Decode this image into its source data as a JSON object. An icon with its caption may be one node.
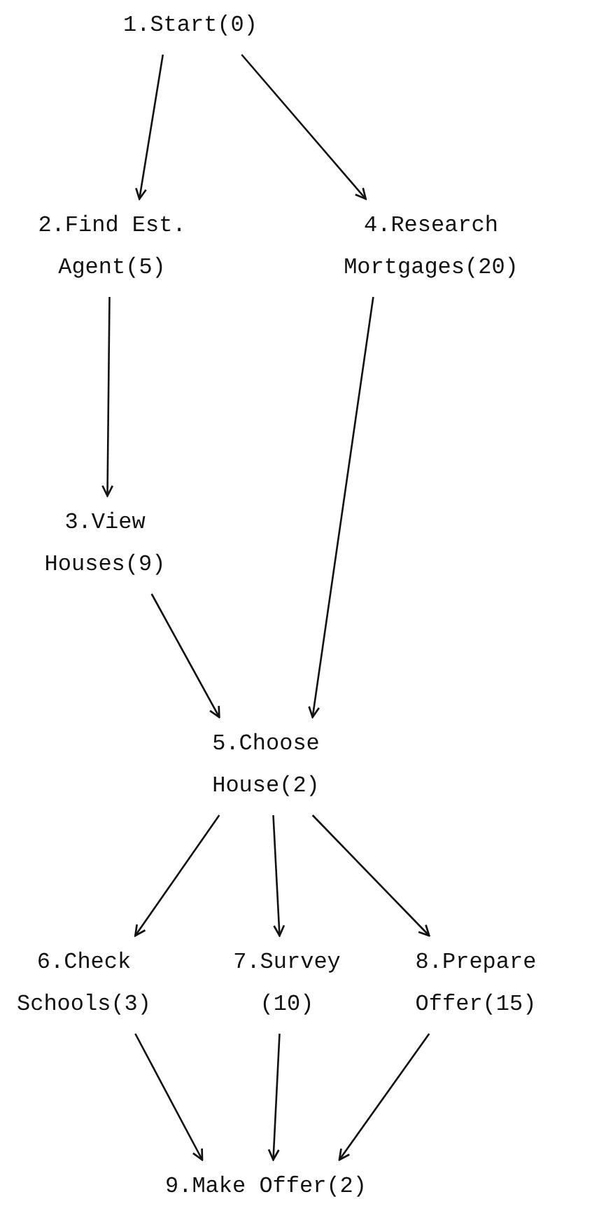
{
  "diagram": {
    "nodes": [
      {
        "text": [
          "1.Start(0)"
        ]
      },
      {
        "text": [
          "2.Find Est. Agent(5)"
        ]
      },
      {
        "text": [
          "4.Research Mortgages(20)"
        ]
      },
      {
        "text": [
          "3.View Houses(9)"
        ]
      },
      {
        "text": [
          "5.Choose House(2)"
        ]
      },
      {
        "text": [
          "6.Check Schools(3)"
        ]
      },
      {
        "text": [
          "7.Survey (10)"
        ]
      },
      {
        "text": [
          "8.Prepare Offer(15)"
        ]
      },
      {
        "text": [
          "9.Make Offer(2)"
        ]
      }
    ],
    "edges": [
      {
        "from": 0,
        "to": 1,
        "arrow": "to"
      },
      {
        "from": 0,
        "to": 2,
        "arrow": "to"
      },
      {
        "from": 1,
        "to": 3,
        "arrow": "to"
      },
      {
        "from": 3,
        "to": 4,
        "arrow": "to"
      },
      {
        "from": 2,
        "to": 4,
        "arrow": "to"
      },
      {
        "from": 4,
        "to": 5,
        "arrow": "to"
      },
      {
        "from": 4,
        "to": 6,
        "arrow": "to"
      },
      {
        "from": 4,
        "to": 7,
        "arrow": "to"
      },
      {
        "from": 5,
        "to": 8,
        "arrow": "to"
      },
      {
        "from": 6,
        "to": 8,
        "arrow": "to"
      },
      {
        "from": 7,
        "to": 8,
        "arrow": "to"
      }
    ]
  }
}
